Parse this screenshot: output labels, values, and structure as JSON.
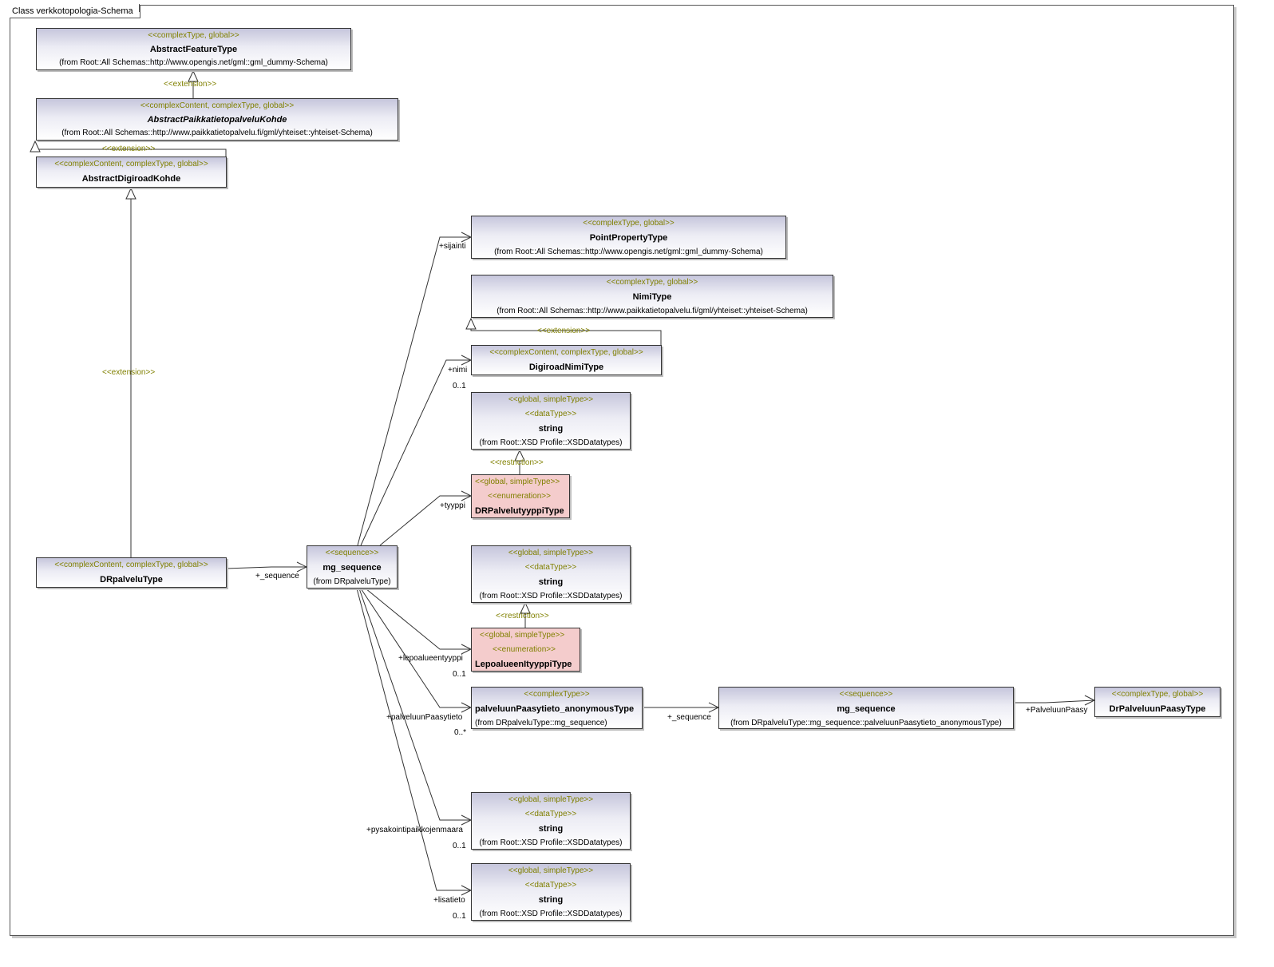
{
  "frame_title": "Class verkkotopologia-Schema",
  "boxes": {
    "abstract_feature": {
      "stereo": "<<complexType, global>>",
      "name": "AbstractFeatureType",
      "from": "(from Root::All Schemas::http://www.opengis.net/gml::gml_dummy-Schema)"
    },
    "abstract_paikkatieto": {
      "stereo": "<<complexContent, complexType, global>>",
      "name": "AbstractPaikkatietopalveluKohde",
      "from": "(from Root::All Schemas::http://www.paikkatietopalvelu.fi/gml/yhteiset::yhteiset-Schema)"
    },
    "abstract_digiroad": {
      "stereo": "<<complexContent, complexType, global>>",
      "name": "AbstractDigiroadKohde"
    },
    "drpalvelu": {
      "stereo": "<<complexContent, complexType, global>>",
      "name": "DRpalveluType"
    },
    "mg_sequence": {
      "stereo": "<<sequence>>",
      "name": "mg_sequence",
      "from": "(from DRpalveluType)"
    },
    "point_property": {
      "stereo": "<<complexType, global>>",
      "name": "PointPropertyType",
      "from": "(from Root::All Schemas::http://www.opengis.net/gml::gml_dummy-Schema)"
    },
    "nimi_type": {
      "stereo": "<<complexType, global>>",
      "name": "NimiType",
      "from": "(from Root::All Schemas::http://www.paikkatietopalvelu.fi/gml/yhteiset::yhteiset-Schema)"
    },
    "digiroad_nimi": {
      "stereo": "<<complexContent, complexType, global>>",
      "name": "DigiroadNimiType"
    },
    "string1": {
      "stereo1": "<<global, simpleType>>",
      "stereo2": "<<dataType>>",
      "name": "string",
      "from": "(from Root::XSD Profile::XSDDatatypes)"
    },
    "drpalvelutyyppi": {
      "stereo1": "<<global, simpleType>>",
      "stereo2": "<<enumeration>>",
      "name": "DRPalvelutyyppiType"
    },
    "string2": {
      "stereo1": "<<global, simpleType>>",
      "stereo2": "<<dataType>>",
      "name": "string",
      "from": "(from Root::XSD Profile::XSDDatatypes)"
    },
    "lepoalue": {
      "stereo1": "<<global, simpleType>>",
      "stereo2": "<<enumeration>>",
      "name": "LepoalueenItyyppiType"
    },
    "palveluun_anon": {
      "stereo": "<<complexType>>",
      "name": "palveluunPaasytieto_anonymousType",
      "from": "(from DRpalveluType::mg_sequence)"
    },
    "mg_sequence2": {
      "stereo": "<<sequence>>",
      "name": "mg_sequence",
      "from": "(from DRpalveluType::mg_sequence::palveluunPaasytieto_anonymousType)"
    },
    "drpalveluun_paasy": {
      "stereo": "<<complexType, global>>",
      "name": "DrPalveluunPaasyType"
    },
    "string3": {
      "stereo1": "<<global, simpleType>>",
      "stereo2": "<<dataType>>",
      "name": "string",
      "from": "(from Root::XSD Profile::XSDDatatypes)"
    },
    "string4": {
      "stereo1": "<<global, simpleType>>",
      "stereo2": "<<dataType>>",
      "name": "string",
      "from": "(from Root::XSD Profile::XSDDatatypes)"
    }
  },
  "connectors": {
    "ext1": "<<extension>>",
    "ext2": "<<extension>>",
    "ext3": "<<extension>>",
    "ext4": "<<extension>>",
    "restr1": "<<restriction>>",
    "restr2": "<<restriction>>",
    "role_sequence": "+_sequence",
    "role_sijainti": "+sijainti",
    "role_nimi": "+nimi",
    "mult_nimi": "0..1",
    "role_tyyppi": "+tyyppi",
    "role_lepo": "+lepoalueentyyppi",
    "mult_lepo": "0..1",
    "role_paasy": "+palveluunPaasytieto",
    "mult_paasy": "0..*",
    "role_sequence2": "+_sequence",
    "role_palveluunpaasy": "+PalveluunPaasy",
    "role_pysakointi": "+pysakointipaikkojenmaara",
    "mult_pysakointi": "0..1",
    "role_lisatieto": "+lisatieto",
    "mult_lisatieto": "0..1"
  }
}
